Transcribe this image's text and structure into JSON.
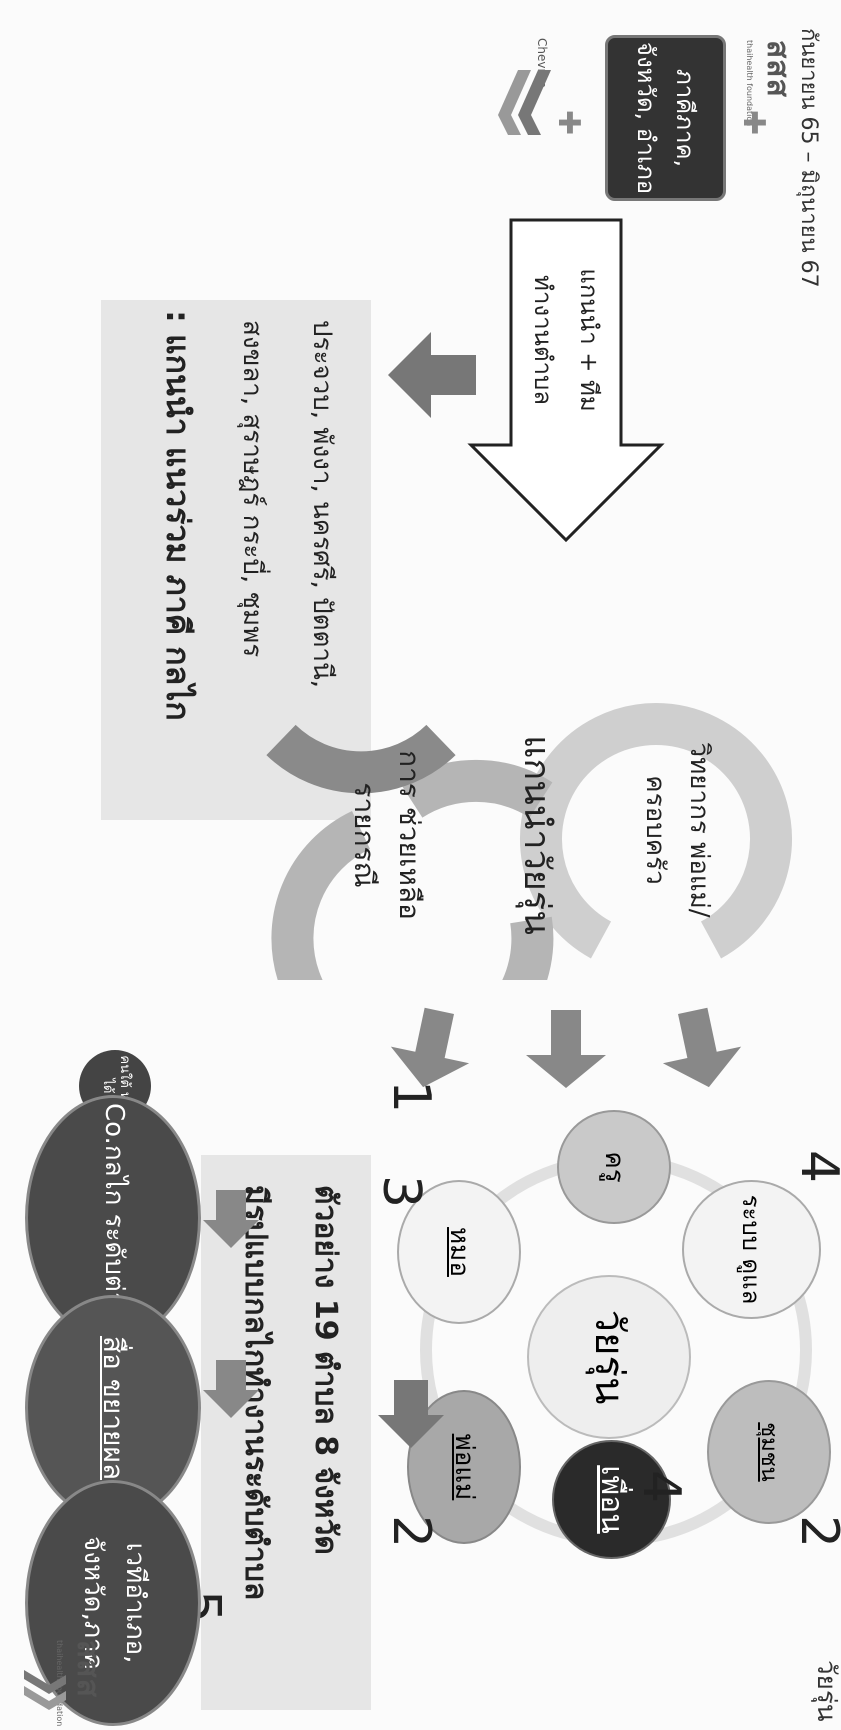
{
  "header": {
    "date_range": "กันยายน 65 – มิถุนายน 67",
    "corner_title": "วัยรุ่น"
  },
  "logos": {
    "ssf": "สสส",
    "ssf_sub": "thaihealth foundation",
    "chevron": "Chevron"
  },
  "left": {
    "partners_box": "ภาคีภาค, จังหวัด, อำเภอ",
    "team_arrow": "แกนนำ + ทีม ทำงานตำบล"
  },
  "cycle": {
    "top": "วิทยากร พ่อแม่/ ครอบครัว",
    "middle": "แกนนำวัยรุ่น",
    "bottom": "การ ช่วยเหลือ รายกรณี"
  },
  "provinces": {
    "line1": "ประจวบ, พังงา, นครศรี, ปัตตานี,",
    "line2": "สงขลา, สุราษฎร์ กระบี่, ชุมพร",
    "line3": ": แกนนำ แนวร่วม ภาคี กลไก"
  },
  "network": {
    "center": "วัยรุ่น",
    "nodes": [
      {
        "label": "ระบบ ดูแล",
        "num": "4"
      },
      {
        "label": "ครู",
        "num": "1"
      },
      {
        "label": "หมอ",
        "num": "3"
      },
      {
        "label": "พ่อแม่",
        "num": "2"
      },
      {
        "label": "เพื่อน",
        "num": "4"
      },
      {
        "label": "ชุมชน",
        "num": "2"
      }
    ]
  },
  "example": {
    "line1": "ตัวอย่าง 19 ตำบล 8 จังหวัด",
    "line2": "มีรูปแบบกลไกทำงานระดับตำบล"
  },
  "outcomes": {
    "number": "5",
    "items": [
      "Co.กลไก ระดับต่างๆ",
      "สื่อ ขยายผล",
      "เวทีอำเภอ, จังหวัด,ภาค"
    ]
  },
  "bubble": "คนใต้ หยัดได้",
  "colors": {
    "dark": "#333333",
    "mid": "#8a8a8a",
    "light": "#cfcfcf",
    "panel": "#e6e6e6"
  }
}
